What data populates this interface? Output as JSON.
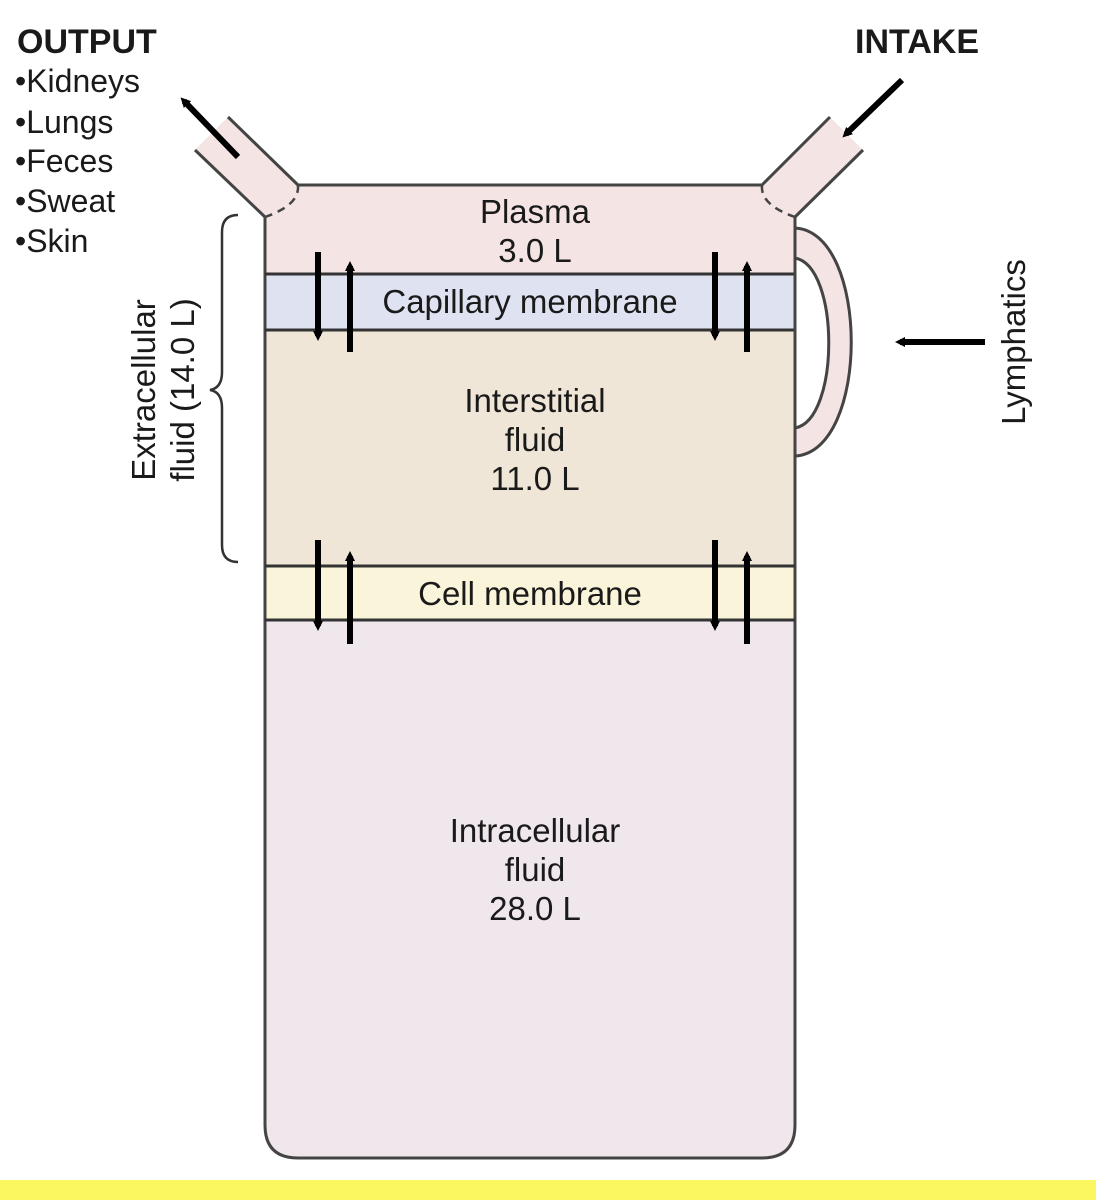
{
  "output": {
    "title": "OUTPUT",
    "items": [
      "•Kidneys",
      "•Lungs",
      "•Feces",
      "•Sweat",
      "•Skin"
    ]
  },
  "intake": {
    "title": "INTAKE"
  },
  "plasma": {
    "name": "Plasma",
    "volume": "3.0 L"
  },
  "capillary_membrane": "Capillary membrane",
  "interstitial": {
    "line1": "Interstitial",
    "line2": "fluid",
    "volume": "11.0 L"
  },
  "cell_membrane": "Cell membrane",
  "intracellular": {
    "line1": "Intracellular",
    "line2": "fluid",
    "volume": "28.0 L"
  },
  "extracellular": {
    "line1": "Extracellular",
    "line2": "fluid (14.0 L)"
  },
  "lymphatics": "Lymphatics",
  "colors": {
    "plasma": "#f4e4e4",
    "capillary_membrane": "#dfe2f0",
    "interstitial": "#f0e6d8",
    "cell_membrane": "#faf4da",
    "intracellular": "#efe7ec",
    "outline": "#444444",
    "arrow": "#000000",
    "bottom_band": "#fbf760"
  }
}
